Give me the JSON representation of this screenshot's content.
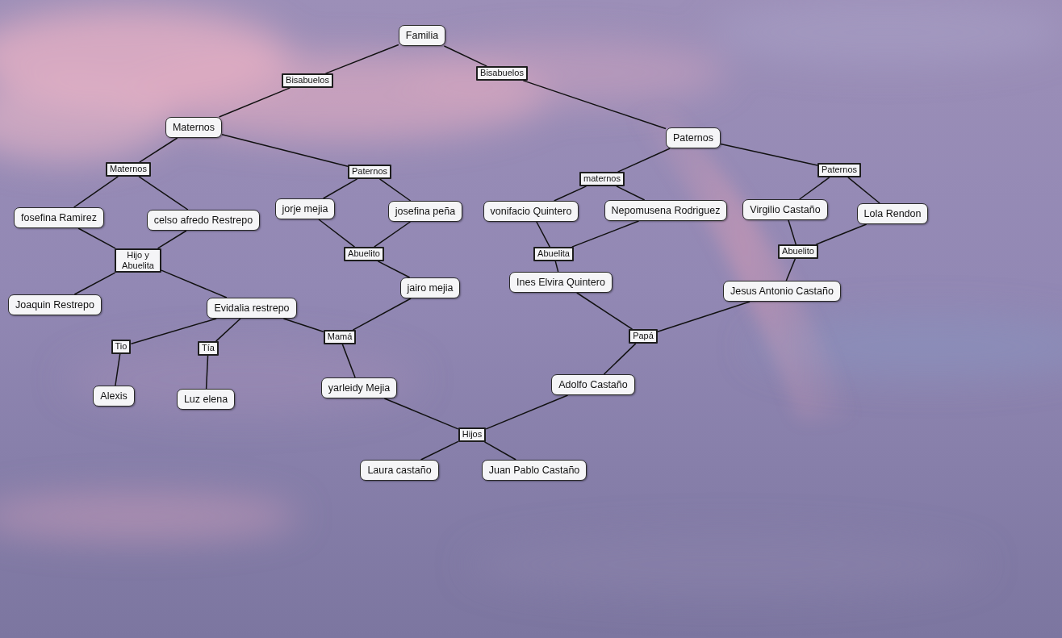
{
  "diagram": {
    "nodes": [
      {
        "text": [
          "Familia"
        ]
      },
      {
        "text": [
          "Bisabuelos"
        ]
      },
      {
        "text": [
          "Bisabuelos"
        ]
      },
      {
        "text": [
          "Maternos"
        ]
      },
      {
        "text": [
          "Paternos"
        ]
      },
      {
        "text": [
          "Maternos"
        ]
      },
      {
        "text": [
          "Paternos"
        ]
      },
      {
        "text": [
          "maternos"
        ]
      },
      {
        "text": [
          "Paternos"
        ]
      },
      {
        "text": [
          "fosefina Ramirez"
        ]
      },
      {
        "text": [
          "celso afredo Restrepo"
        ]
      },
      {
        "text": [
          "jorje mejia"
        ]
      },
      {
        "text": [
          "josefina peña"
        ]
      },
      {
        "text": [
          "vonifacio Quintero"
        ]
      },
      {
        "text": [
          "Nepomusena Rodriguez"
        ]
      },
      {
        "text": [
          "Virgilio Castaño"
        ]
      },
      {
        "text": [
          "Lola Rendon"
        ]
      },
      {
        "text": [
          "Hijo y Abuelita"
        ]
      },
      {
        "text": [
          "Abuelito"
        ]
      },
      {
        "text": [
          "Abuelita"
        ]
      },
      {
        "text": [
          "Abuelito"
        ]
      },
      {
        "text": [
          "jairo mejia"
        ]
      },
      {
        "text": [
          "Ines Elvira Quintero"
        ]
      },
      {
        "text": [
          "Jesus Antonio Castaño"
        ]
      },
      {
        "text": [
          "Joaquin Restrepo"
        ]
      },
      {
        "text": [
          "Evidalia restrepo"
        ]
      },
      {
        "text": [
          "Tio"
        ]
      },
      {
        "text": [
          "Tía"
        ]
      },
      {
        "text": [
          "Mamá"
        ]
      },
      {
        "text": [
          "Papá"
        ]
      },
      {
        "text": [
          "Alexis"
        ]
      },
      {
        "text": [
          "Luz elena"
        ]
      },
      {
        "text": [
          "yarleidy Mejia"
        ]
      },
      {
        "text": [
          "Adolfo Castaño"
        ]
      },
      {
        "text": [
          "Hijos"
        ]
      },
      {
        "text": [
          "Laura castaño"
        ]
      },
      {
        "text": [
          "Juan Pablo Castaño"
        ]
      }
    ],
    "edges": [
      {
        "from": 0,
        "to": 1,
        "arrow": "none"
      },
      {
        "from": 0,
        "to": 2,
        "arrow": "none"
      },
      {
        "from": 1,
        "to": 3,
        "arrow": "none"
      },
      {
        "from": 2,
        "to": 4,
        "arrow": "none"
      },
      {
        "from": 3,
        "to": 5,
        "arrow": "none"
      },
      {
        "from": 3,
        "to": 6,
        "arrow": "none"
      },
      {
        "from": 4,
        "to": 7,
        "arrow": "none"
      },
      {
        "from": 4,
        "to": 8,
        "arrow": "none"
      },
      {
        "from": 5,
        "to": 9,
        "arrow": "none"
      },
      {
        "from": 5,
        "to": 10,
        "arrow": "none"
      },
      {
        "from": 6,
        "to": 11,
        "arrow": "none"
      },
      {
        "from": 6,
        "to": 12,
        "arrow": "none"
      },
      {
        "from": 7,
        "to": 13,
        "arrow": "none"
      },
      {
        "from": 7,
        "to": 14,
        "arrow": "none"
      },
      {
        "from": 8,
        "to": 15,
        "arrow": "none"
      },
      {
        "from": 8,
        "to": 16,
        "arrow": "none"
      },
      {
        "from": 9,
        "to": 17,
        "arrow": "none"
      },
      {
        "from": 10,
        "to": 17,
        "arrow": "none"
      },
      {
        "from": 11,
        "to": 18,
        "arrow": "none"
      },
      {
        "from": 12,
        "to": 18,
        "arrow": "none"
      },
      {
        "from": 13,
        "to": 19,
        "arrow": "none"
      },
      {
        "from": 14,
        "to": 19,
        "arrow": "none"
      },
      {
        "from": 15,
        "to": 20,
        "arrow": "none"
      },
      {
        "from": 16,
        "to": 20,
        "arrow": "none"
      },
      {
        "from": 17,
        "to": 24,
        "arrow": "none"
      },
      {
        "from": 17,
        "to": 25,
        "arrow": "none"
      },
      {
        "from": 18,
        "to": 21,
        "arrow": "none"
      },
      {
        "from": 19,
        "to": 22,
        "arrow": "none"
      },
      {
        "from": 20,
        "to": 23,
        "arrow": "none"
      },
      {
        "from": 25,
        "to": 26,
        "arrow": "none"
      },
      {
        "from": 25,
        "to": 27,
        "arrow": "none"
      },
      {
        "from": 25,
        "to": 28,
        "arrow": "none"
      },
      {
        "from": 21,
        "to": 28,
        "arrow": "none"
      },
      {
        "from": 22,
        "to": 29,
        "arrow": "none"
      },
      {
        "from": 23,
        "to": 29,
        "arrow": "none"
      },
      {
        "from": 26,
        "to": 30,
        "arrow": "none"
      },
      {
        "from": 27,
        "to": 31,
        "arrow": "none"
      },
      {
        "from": 28,
        "to": 32,
        "arrow": "none"
      },
      {
        "from": 29,
        "to": 33,
        "arrow": "none"
      },
      {
        "from": 32,
        "to": 34,
        "arrow": "none"
      },
      {
        "from": 33,
        "to": 34,
        "arrow": "none"
      },
      {
        "from": 34,
        "to": 35,
        "arrow": "none"
      },
      {
        "from": 34,
        "to": 36,
        "arrow": "none"
      }
    ]
  }
}
